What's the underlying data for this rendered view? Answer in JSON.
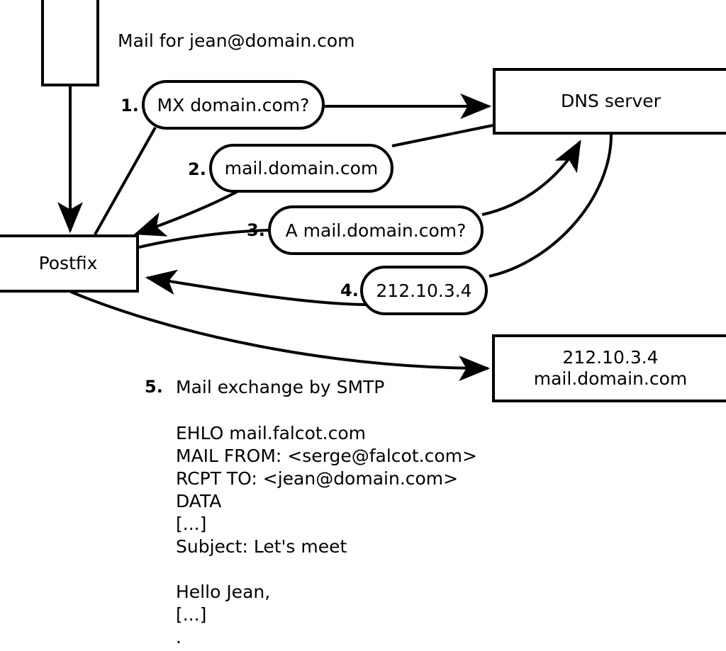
{
  "diagram": {
    "title_text": "Mail for jean@domain.com",
    "nodes": {
      "client": {
        "label": ""
      },
      "postfix": {
        "label": "Postfix"
      },
      "dns": {
        "label": "DNS server"
      },
      "mailserver": {
        "label": "212.10.3.4\nmail.domain.com"
      }
    },
    "steps": [
      {
        "number": "1.",
        "label": "MX domain.com?"
      },
      {
        "number": "2.",
        "label": "mail.domain.com"
      },
      {
        "number": "3.",
        "label": "A mail.domain.com?"
      },
      {
        "number": "4.",
        "label": "212.10.3.4"
      },
      {
        "number": "5.",
        "label": "Mail exchange by SMTP"
      }
    ],
    "smtp_transcript": "EHLO mail.falcot.com\nMAIL FROM: <serge@falcot.com>\nRCPT TO: <jean@domain.com>\nDATA\n[...]\nSubject: Let's meet\n\nHello Jean,\n[...]\n."
  },
  "colors": {
    "stroke": "#000000",
    "background": "#ffffff"
  }
}
